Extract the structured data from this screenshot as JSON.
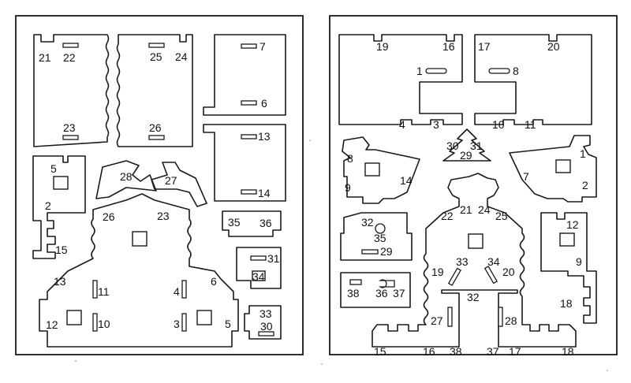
{
  "figure": {
    "description_type": "paper model cut sheet",
    "sheet_left_labels": {
      "l21": "21",
      "l22": "22",
      "l25": "25",
      "l24": "24",
      "l7": "7",
      "l6": "6",
      "l23": "23",
      "l26": "26",
      "l13": "13",
      "l14": "14",
      "l5": "5",
      "l2": "2",
      "l15": "15",
      "l28": "28",
      "l27": "27",
      "l26b": "26",
      "l23b": "23",
      "l35": "35",
      "l36": "36",
      "l31": "31",
      "l34": "34",
      "l13b": "13",
      "l6b": "6",
      "l11": "11",
      "l4": "4",
      "l12": "12",
      "l10": "10",
      "l3": "3",
      "l5b": "5",
      "l33": "33",
      "l30": "30"
    },
    "sheet_right_labels": {
      "l19": "19",
      "l16": "16",
      "l17": "17",
      "l20": "20",
      "l1": "1",
      "l8": "8",
      "l4": "4",
      "l3": "3",
      "l10": "10",
      "l11": "11",
      "l30": "30",
      "l31": "31",
      "l29": "29",
      "l8b": "8",
      "l9": "9",
      "l14": "14",
      "l7": "7",
      "l1b": "1",
      "l2": "2",
      "l22": "22",
      "l21": "21",
      "l24": "24",
      "l25": "25",
      "l32": "32",
      "l35": "35",
      "l29b": "29",
      "l12": "12",
      "l33": "33",
      "l34": "34",
      "l19b": "19",
      "l20b": "20",
      "l9b": "9",
      "l38": "38",
      "l36": "36",
      "l37": "37",
      "l32b": "32",
      "l18": "18",
      "l27": "27",
      "l28": "28",
      "l15": "15",
      "l16b": "16",
      "l38b": "38",
      "l37b": "37",
      "l17b": "17",
      "l18b": "18"
    }
  }
}
